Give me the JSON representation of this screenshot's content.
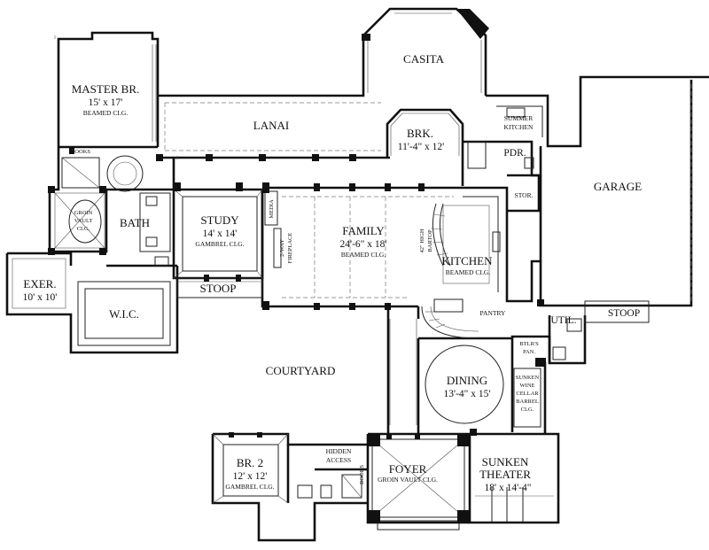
{
  "rooms": {
    "master": {
      "name": "MASTER BR.",
      "size": "15' x 17'",
      "note": "BEAMED CLG."
    },
    "casita": {
      "name": "CASITA"
    },
    "lanai": {
      "name": "LANAI"
    },
    "brk": {
      "name": "BRK.",
      "size": "11'-4\" x 12'"
    },
    "summer_kitchen": {
      "line1": "SUMMER",
      "line2": "KITCHEN"
    },
    "pdr": {
      "name": "PDR."
    },
    "stor": {
      "name": "STOR."
    },
    "garage": {
      "name": "GARAGE"
    },
    "books_master": {
      "name": "BOOKS"
    },
    "groin_vault": {
      "line1": "GROIN",
      "line2": "VAULT",
      "line3": "CLG."
    },
    "bath": {
      "name": "BATH"
    },
    "study": {
      "name": "STUDY",
      "size": "14' x 14'",
      "note": "GAMBREL CLG."
    },
    "media": {
      "name": "MEDIA"
    },
    "fireplace": {
      "line1": "2-WAY",
      "line2": "FIREPLACE"
    },
    "family": {
      "name": "FAMILY",
      "size": "24'-6\" x 18'",
      "note": "BEAMED CLG."
    },
    "bartop": {
      "line1": "42\" HIGH",
      "line2": "BARTOP"
    },
    "kitchen": {
      "name": "KITCHEN",
      "note": "BEAMED CLG."
    },
    "exer": {
      "name": "EXER.",
      "size": "10' x 10'"
    },
    "wic": {
      "name": "W.I.C."
    },
    "stoop_study": {
      "name": "STOOP"
    },
    "pantry": {
      "name": "PANTRY"
    },
    "util": {
      "name": "UTIL."
    },
    "stoop_garage": {
      "name": "STOOP"
    },
    "btlrs": {
      "line1": "BTLR'S",
      "line2": "PAN."
    },
    "courtyard": {
      "name": "COURTYARD"
    },
    "dining": {
      "name": "DINING",
      "size": "13'-4\" x 15'"
    },
    "wine": {
      "line1": "SUNKEN",
      "line2": "WINE",
      "line3": "CELLAR",
      "line4": "BARREL",
      "line5": "CLG."
    },
    "br2": {
      "name": "BR. 2",
      "size": "12' x 12'",
      "note": "GAMBREL CLG."
    },
    "hidden": {
      "line1": "HIDDEN",
      "line2": "ACCESS"
    },
    "books_foyer": {
      "name": "BOOKS"
    },
    "foyer": {
      "name": "FOYER",
      "note": "GROIN VAULT CLG."
    },
    "theater": {
      "line1": "SUNKEN",
      "line2": "THEATER",
      "size": "18' x 14'-4\""
    }
  }
}
